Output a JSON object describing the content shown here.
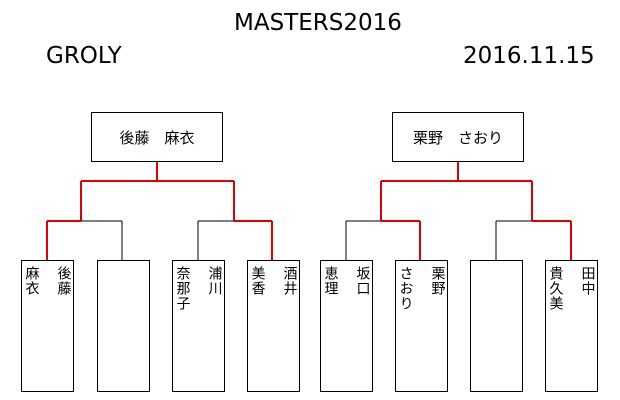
{
  "header": {
    "title": "MASTERS2016",
    "venue": "GROLY",
    "date": "2016.11.15"
  },
  "brackets": [
    {
      "champion": "後藤　麻衣",
      "players": [
        "後藤\n\n麻衣",
        "",
        "浦川\n\n奈那子",
        "酒井\n\n美香"
      ],
      "semifinal_winners": [
        0,
        3
      ],
      "final_winner": 0
    },
    {
      "champion": "栗野　さおり",
      "players": [
        "坂口\n\n恵理",
        "栗野\n\nさおり",
        "",
        "田中\n\n貴久美"
      ],
      "semifinal_winners": [
        1,
        3
      ],
      "final_winner": 1
    }
  ],
  "colors": {
    "win_line": "#e00000",
    "line": "#000000"
  }
}
